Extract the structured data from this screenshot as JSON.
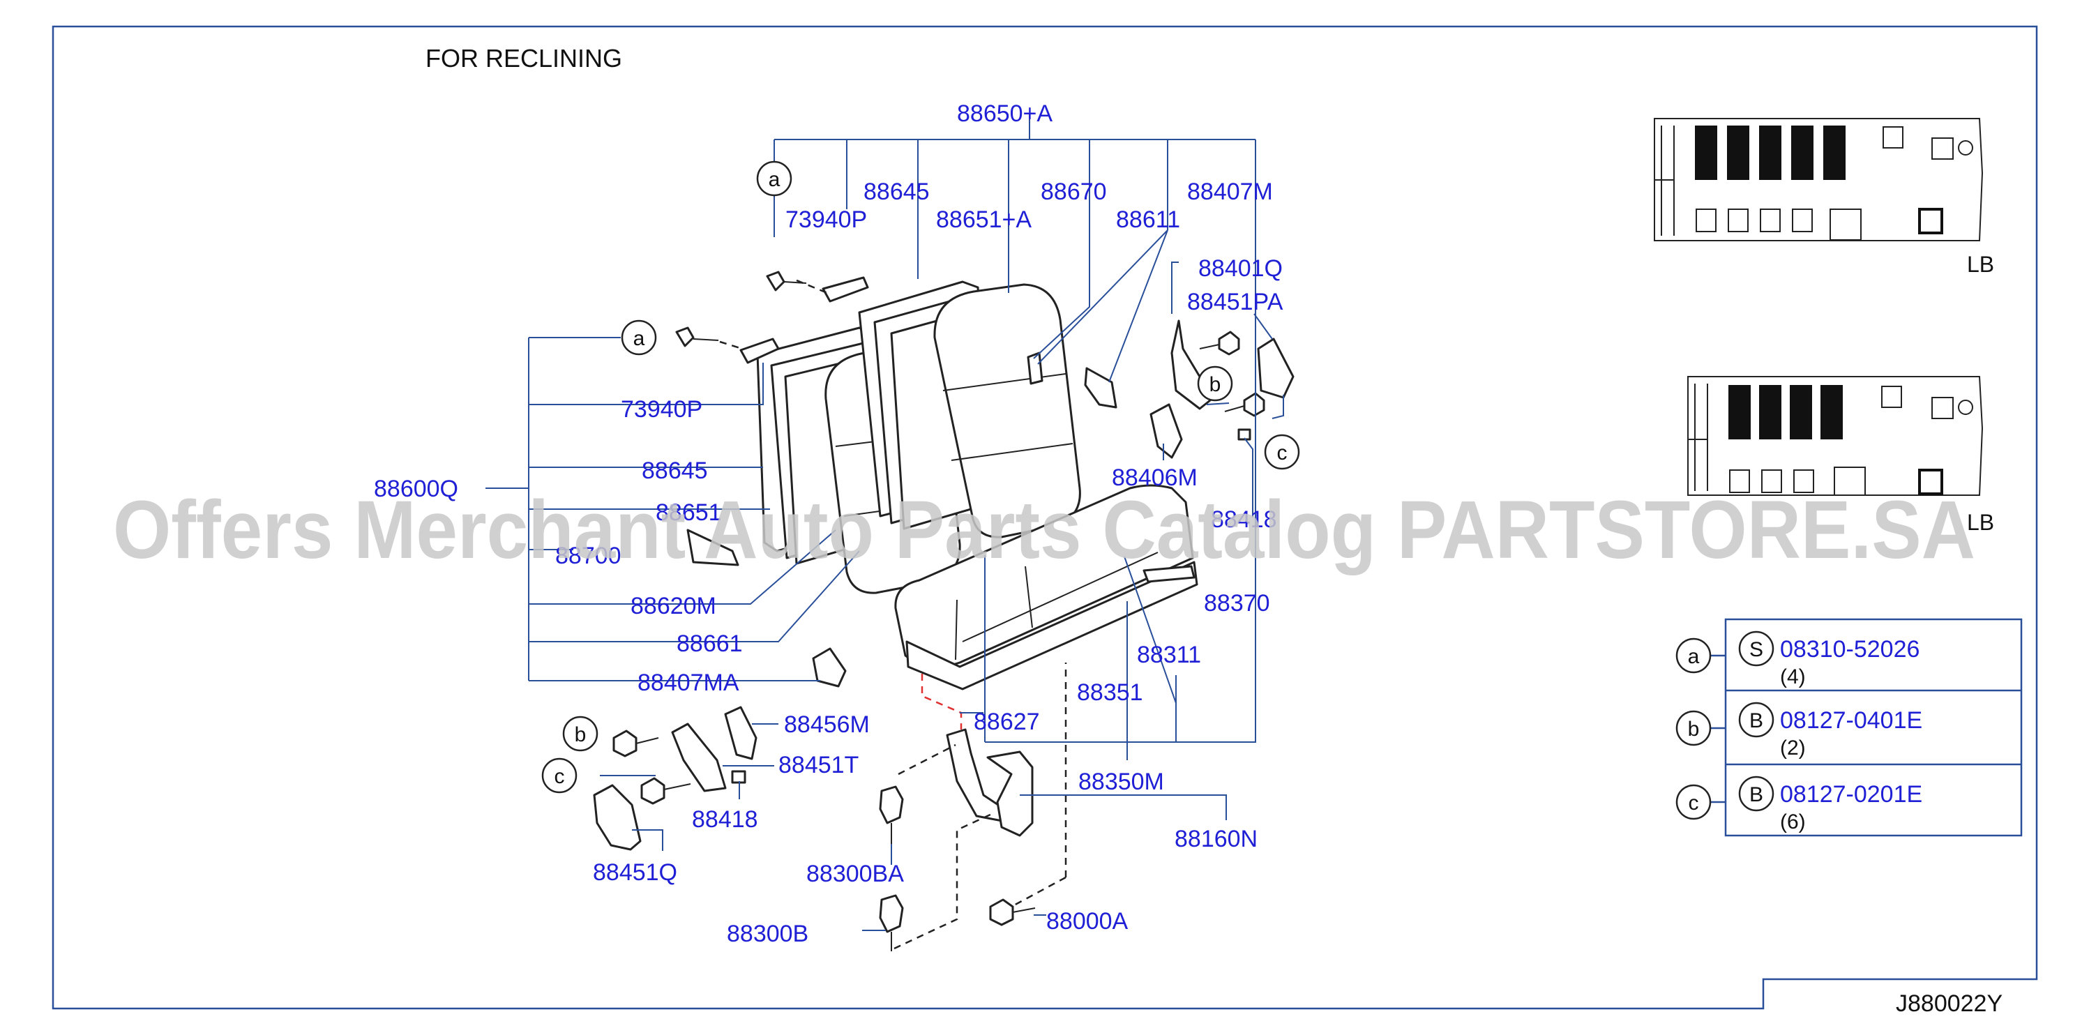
{
  "header": {
    "title": "FOR  RECLINING"
  },
  "footer": {
    "diagram_code": "J880022Y"
  },
  "watermark": "Offers Merchant Auto Parts Catalog PARTSTORE.SA",
  "thumbnails": [
    {
      "label": "LB"
    },
    {
      "label": "LB"
    }
  ],
  "parts": {
    "p88650A": "88650+A",
    "p88645a": "88645",
    "p88670": "88670",
    "p88407M": "88407M",
    "p73940Pa": "73940P",
    "p88651Aa": "88651+A",
    "p88611": "88611",
    "p88401Q": "88401Q",
    "p88451PA": "88451PA",
    "p73940Pb": "73940P",
    "p88645b": "88645",
    "p88600Q": "88600Q",
    "p88651b": "88651",
    "p88700": "88700",
    "p88406M": "88406M",
    "p88418a": "88418",
    "p88620M": "88620M",
    "p88370": "88370",
    "p88661": "88661",
    "p88311": "88311",
    "p88407MA": "88407MA",
    "p88351": "88351",
    "p88456M": "88456M",
    "p88627": "88627",
    "p88451T": "88451T",
    "p88350M": "88350M",
    "p88418b": "88418",
    "p88160N": "88160N",
    "p88451Q": "88451Q",
    "p88300BA": "88300BA",
    "p88000A": "88000A",
    "p88300B": "88300B"
  },
  "callouts": {
    "a": "a",
    "b": "b",
    "c": "c"
  },
  "fasteners": [
    {
      "key": "a",
      "type": "S",
      "part": "08310-52026",
      "qty": "(4)"
    },
    {
      "key": "b",
      "type": "B",
      "part": "08127-0401E",
      "qty": "(2)"
    },
    {
      "key": "c",
      "type": "B",
      "part": "08127-0201E",
      "qty": "(6)"
    }
  ]
}
